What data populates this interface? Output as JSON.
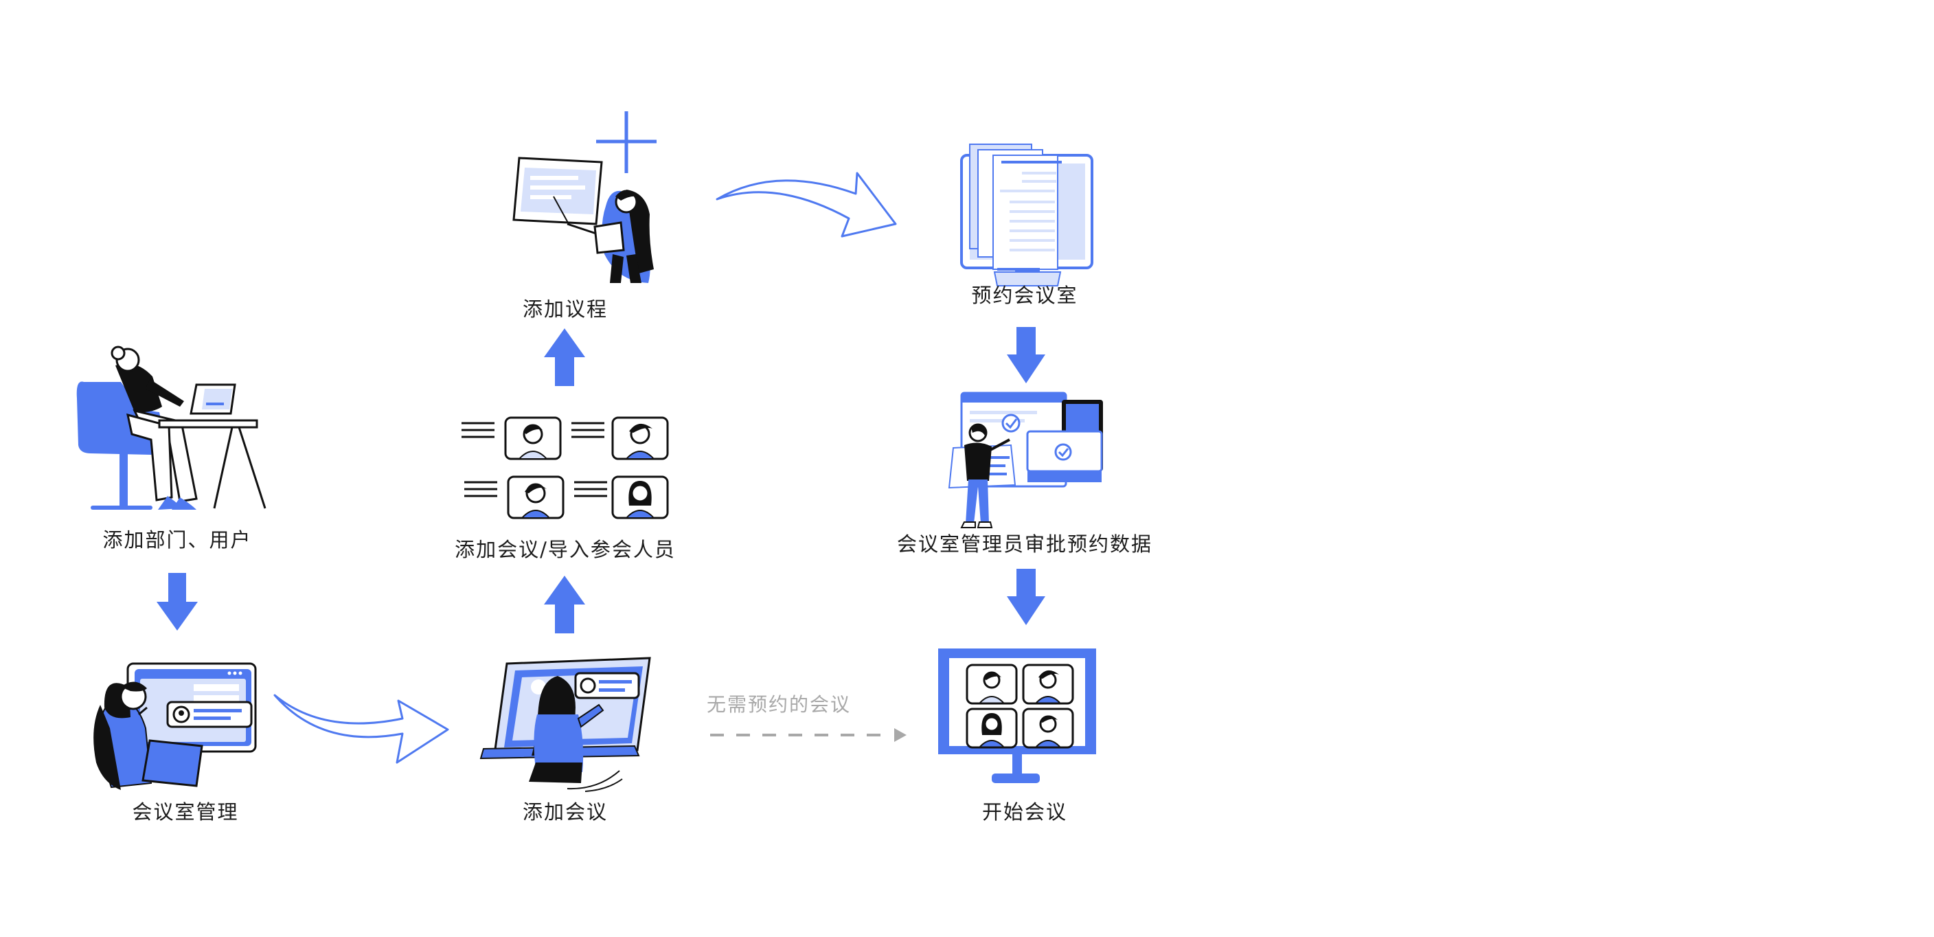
{
  "colors": {
    "accent": "#4f79f0",
    "accent_light": "#d7e1fb",
    "ink": "#111111",
    "muted": "#a8a8a8"
  },
  "steps": {
    "add_dept_user": "添加部门、用户",
    "room_management": "会议室管理",
    "add_meeting": "添加会议",
    "add_meeting_import": "添加会议/导入参会人员",
    "add_agenda": "添加议程",
    "book_room": "预约会议室",
    "admin_approve": "会议室管理员审批预约数据",
    "start_meeting": "开始会议"
  },
  "no_booking_note": "无需预约的会议"
}
